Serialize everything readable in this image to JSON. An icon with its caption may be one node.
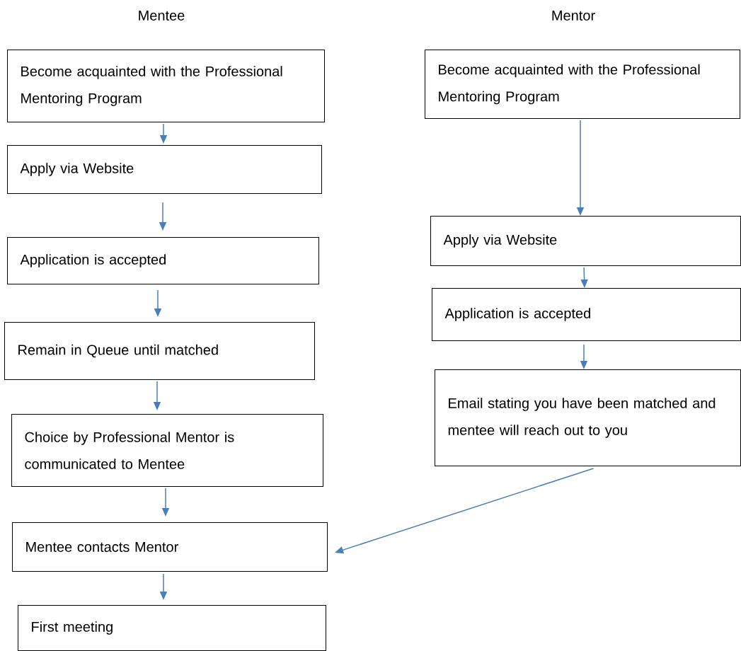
{
  "diagram": {
    "nodes": [
      {
        "text": [
          "Become acquainted with the Professional Mentoring Program"
        ]
      },
      {
        "text": [
          "Apply via Website"
        ]
      },
      {
        "text": [
          "Application is accepted"
        ]
      },
      {
        "text": [
          "Remain in Queue until matched"
        ]
      },
      {
        "text": [
          "Choice by Professional Mentor is communicated to Mentee"
        ]
      },
      {
        "text": [
          "Mentee contacts Mentor"
        ]
      },
      {
        "text": [
          "First meeting"
        ]
      },
      {
        "text": [
          "Become acquainted with the Professional Mentoring Program"
        ]
      },
      {
        "text": [
          "Apply via Website"
        ]
      },
      {
        "text": [
          "Application is accepted"
        ]
      },
      {
        "text": [
          "Email stating you have been matched and mentee will reach out to you"
        ]
      }
    ],
    "edges": [
      {
        "from": 0,
        "to": 1,
        "arrow": "to"
      },
      {
        "from": 1,
        "to": 2,
        "arrow": "to"
      },
      {
        "from": 2,
        "to": 3,
        "arrow": "to"
      },
      {
        "from": 3,
        "to": 4,
        "arrow": "to"
      },
      {
        "from": 4,
        "to": 5,
        "arrow": "to"
      },
      {
        "from": 5,
        "to": 6,
        "arrow": "to"
      },
      {
        "from": 7,
        "to": 8,
        "arrow": "to"
      },
      {
        "from": 8,
        "to": 9,
        "arrow": "to"
      },
      {
        "from": 9,
        "to": 10,
        "arrow": "to"
      },
      {
        "from": 10,
        "to": 5,
        "arrow": "to"
      }
    ],
    "labels": [
      "Mentee",
      "Mentor"
    ]
  }
}
